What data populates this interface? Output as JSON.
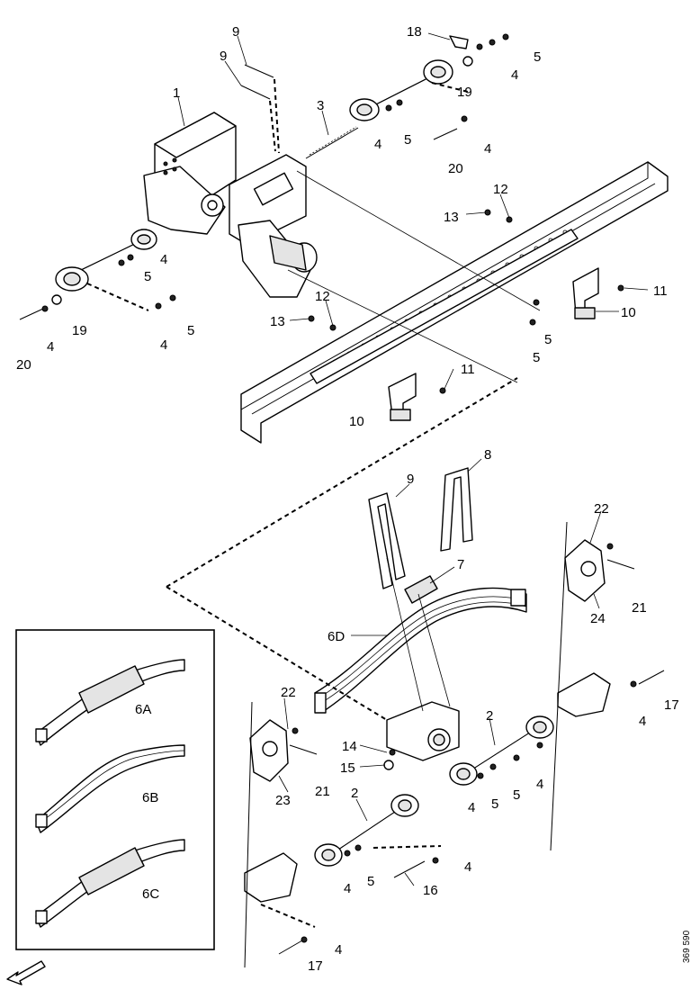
{
  "callouts": {
    "c1": "1",
    "c2a": "2",
    "c2b": "2",
    "c3": "3",
    "c4a": "4",
    "c4b": "4",
    "c4c": "4",
    "c4d": "4",
    "c4e": "4",
    "c4f": "4",
    "c4g": "4",
    "c4h": "4",
    "c4i": "4",
    "c4j": "4",
    "c4k": "4",
    "c4l": "4",
    "c5a": "5",
    "c5b": "5",
    "c5c": "5",
    "c5d": "5",
    "c5e": "5",
    "c5f": "5",
    "c5g": "5",
    "c5h": "5",
    "c6A": "6A",
    "c6B": "6B",
    "c6C": "6C",
    "c6D": "6D",
    "c7": "7",
    "c8": "8",
    "c9a": "9",
    "c9b": "9",
    "c9c": "9",
    "c10a": "10",
    "c10b": "10",
    "c11a": "11",
    "c11b": "11",
    "c12a": "12",
    "c12b": "12",
    "c13a": "13",
    "c13b": "13",
    "c14": "14",
    "c15": "15",
    "c16": "16",
    "c17a": "17",
    "c17b": "17",
    "c18": "18",
    "c19a": "19",
    "c19b": "19",
    "c20a": "20",
    "c20b": "20",
    "c21a": "21",
    "c21b": "21",
    "c22a": "22",
    "c22b": "22",
    "c23": "23",
    "c24": "24"
  },
  "reference_number": "369 590",
  "icons": {
    "direction_arrow": "front-direction-arrow-icon"
  }
}
